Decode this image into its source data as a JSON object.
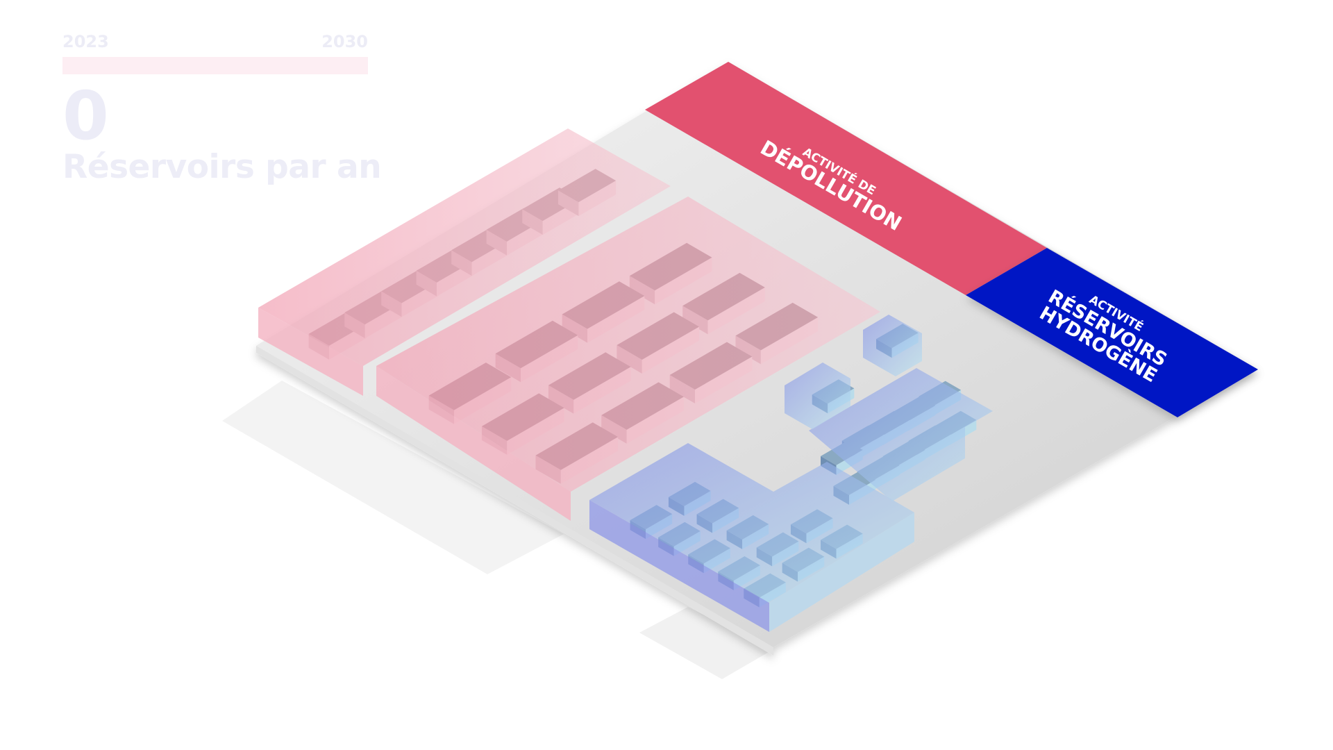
{
  "timeline": {
    "start_year": "2023",
    "end_year": "2030",
    "progress": 0
  },
  "counter": {
    "value": "0",
    "label": "Réservoirs par an"
  },
  "zones": [
    {
      "line1": "ACTIVITÉ DE",
      "line2": "DÉPOLLUTION",
      "color": "#e2516f"
    },
    {
      "line1": "ACTIVITÉ",
      "line2": "RÉSERVOIRS",
      "line3": "HYDROGÈNE",
      "color": "#0618c4"
    }
  ]
}
